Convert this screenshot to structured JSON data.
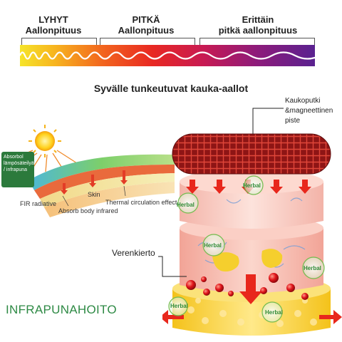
{
  "wave_labels": {
    "short": {
      "line1": "LYHYT",
      "line2": "Aallonpituus"
    },
    "long": {
      "line1": "PITKÄ",
      "line2": "Aallonpituus"
    },
    "very_long": {
      "line1": "Erittäin",
      "line2": "pitkä aallonpituus"
    }
  },
  "subtitle": "Syvälle tunkeutuvat kauka-aallot",
  "left_diagram": {
    "box_text": "Absorbol lämpösäteilyä / infrapuna",
    "fir_radiative": "FIR radiative",
    "skin": "Skin",
    "absorb": "Absorb body infrared",
    "thermal": "Thermal circulation effect"
  },
  "callout_far_infrared": {
    "line1": "Kaukoputki",
    "line2": "&magneettinen",
    "line3": "piste"
  },
  "callout_circulation": "Verenkierto",
  "herbal_label": "Herbal",
  "title": "INFRAPUNAHOITO",
  "colors": {
    "title_green": "#2e8a45",
    "box_green": "#2c7a3c"
  }
}
